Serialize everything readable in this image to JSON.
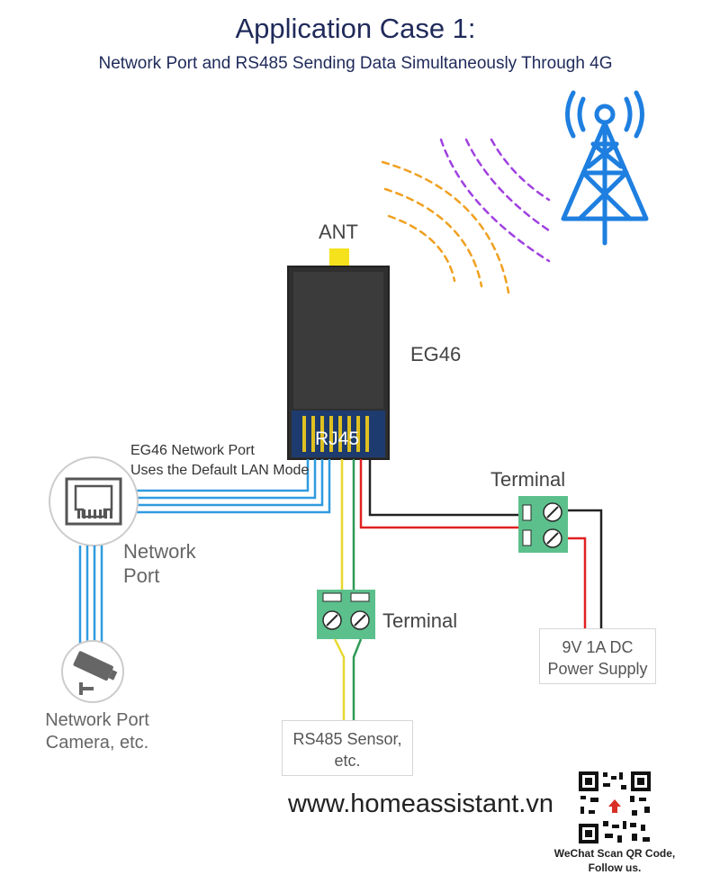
{
  "header": {
    "title": "Application Case 1:",
    "subtitle": "Network Port and RS485 Sending Data Simultaneously Through 4G"
  },
  "device": {
    "antenna_label": "ANT",
    "name": "EG46",
    "port_label": "RJ45"
  },
  "network_note": {
    "line1": "EG46 Network Port",
    "line2": "Uses the Default LAN Mode"
  },
  "network_port": {
    "line1": "Network",
    "line2": "Port"
  },
  "camera": {
    "line1": "Network Port",
    "line2": "Camera, etc."
  },
  "power_terminal": {
    "label": "Terminal"
  },
  "rs485_terminal": {
    "label": "Terminal"
  },
  "power_supply": {
    "line1": "9V 1A DC",
    "line2": "Power Supply"
  },
  "sensor": {
    "line1": "RS485 Sensor,",
    "line2": "etc."
  },
  "footer": {
    "website": "www.homeassistant.vn",
    "qr_caption_line1": "WeChat Scan QR Code,",
    "qr_caption_line2": "Follow us."
  },
  "colors": {
    "title": "#1f2a5a",
    "network_cable": "#2f9be0",
    "tower": "#1e7fe0",
    "wave_orange": "#f0a020",
    "wave_purple": "#a040e0",
    "terminal_green": "#5cc08c",
    "antenna_yellow": "#f5e21d",
    "device_body": "#2f2f2f",
    "rj45_blue": "#1d3b6e",
    "wire_red": "#e02020",
    "wire_black": "#222222",
    "wire_yellow": "#e8d830",
    "wire_green": "#2f9a55"
  }
}
